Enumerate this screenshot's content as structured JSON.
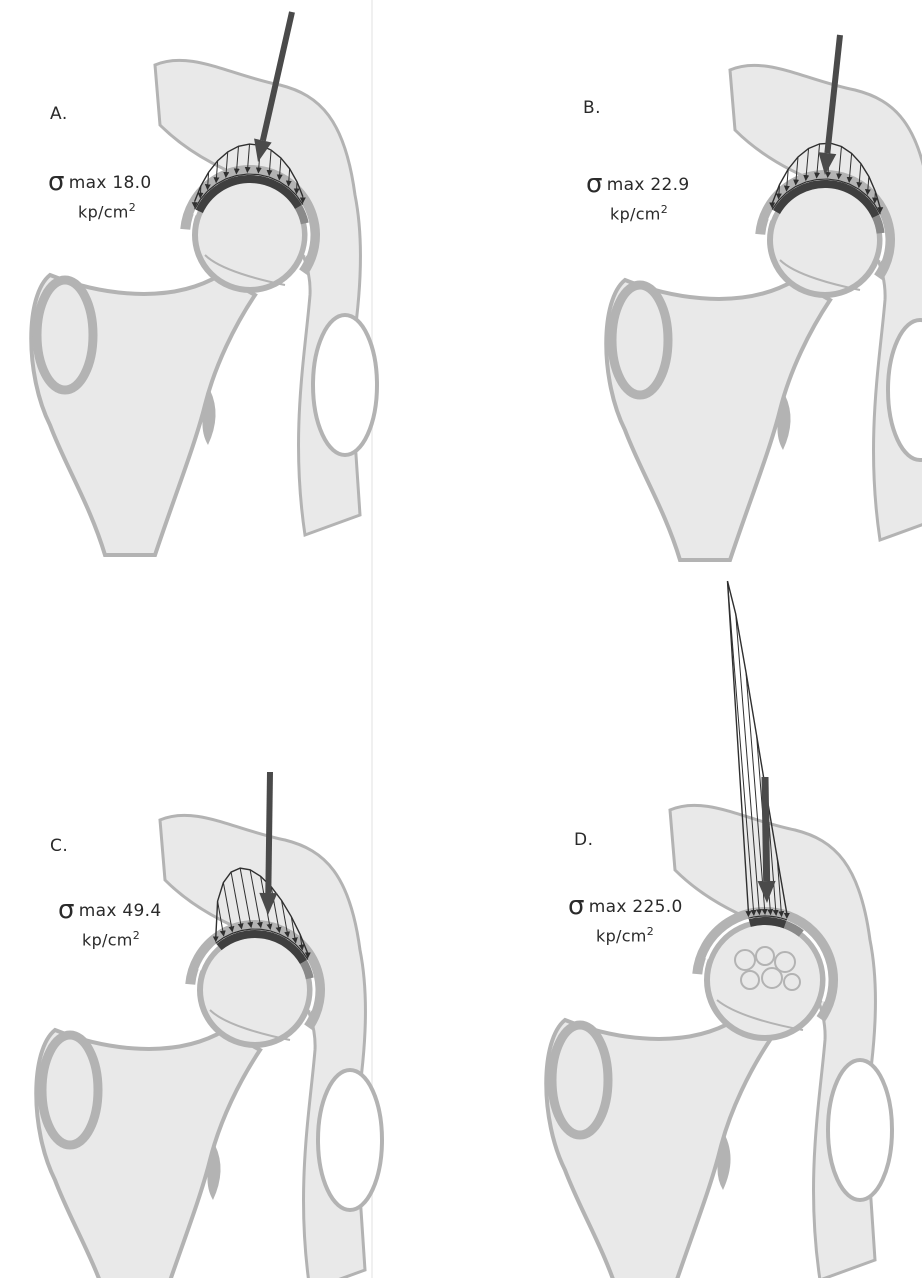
{
  "panels": [
    {
      "label": "A.",
      "sigma": "σ",
      "stress_text": "max 18.0",
      "unit": "kp/cm",
      "unit_exponent": "2"
    },
    {
      "label": "B.",
      "sigma": "σ",
      "stress_text": "max 22.9",
      "unit": "kp/cm",
      "unit_exponent": "2"
    },
    {
      "label": "C.",
      "sigma": "σ",
      "stress_text": "max 49.4",
      "unit": "kp/cm",
      "unit_exponent": "2"
    },
    {
      "label": "D.",
      "sigma": "σ",
      "stress_text": "max 225.0",
      "unit": "kp/cm",
      "unit_exponent": "2"
    }
  ],
  "colors": {
    "bone_fill": "#e9e9e9",
    "cortex": "#b3b3b3",
    "cartilage_band": "#3f3f3f",
    "cartilage_band_light": "#8a8a8a",
    "force_arrow": "#4a4a4a",
    "stress_lines": "#2f2f2f",
    "text": "#2a2a2a"
  }
}
